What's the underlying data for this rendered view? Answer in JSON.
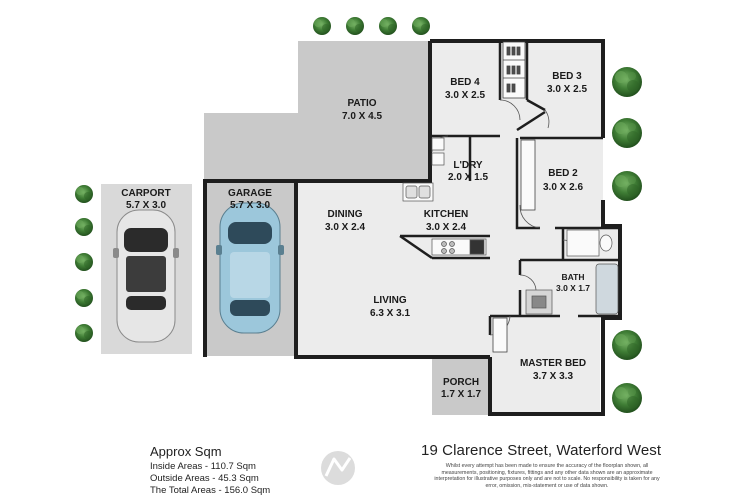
{
  "rooms": {
    "bed4": {
      "name": "BED 4",
      "size": "3.0 X 2.5"
    },
    "bed3": {
      "name": "BED 3",
      "size": "3.0 X 2.5"
    },
    "patio": {
      "name": "PATIO",
      "size": "7.0 X 4.5"
    },
    "laundry": {
      "name": "L'DRY",
      "size": "2.0 X 1.5"
    },
    "bed2": {
      "name": "BED 2",
      "size": "3.0 X 2.6"
    },
    "carport": {
      "name": "CARPORT",
      "size": "5.7 X 3.0"
    },
    "garage": {
      "name": "GARAGE",
      "size": "5.7 X 3.0"
    },
    "dining": {
      "name": "DINING",
      "size": "3.0 X 2.4"
    },
    "kitchen": {
      "name": "KITCHEN",
      "size": "3.0 X 2.4"
    },
    "bath": {
      "name": "BATH",
      "size": "3.0 X 1.7"
    },
    "living": {
      "name": "LIVING",
      "size": "6.3 X 3.1"
    },
    "master": {
      "name": "MASTER BED",
      "size": "3.7 X 3.3"
    },
    "porch": {
      "name": "PORCH",
      "size": "1.7 X 1.7"
    }
  },
  "areas": {
    "title": "Approx Sqm",
    "inside": "Inside Areas - 110.7 Sqm",
    "outside": "Outside Areas - 45.3 Sqm",
    "total": "The Total Areas - 156.0 Sqm"
  },
  "address": "19 Clarence Street, Waterford West",
  "disclaimer": "Whilst every attempt has been made to ensure the accuracy of the floorplan shown, all measurements, positioning, fixtures, fittings and any other data shown are an approximate interpretation for illustrative purposes only and are not to scale. No responsibility is taken for any error, omission, mis-statement or use of data shown.",
  "colors": {
    "wall": "#1e1e1e",
    "floor": "#ececec",
    "outdoor": "#c9c9c9",
    "carport": "#d9d9d9",
    "tree": "#3f7d35",
    "car_garage": "#9cc7db",
    "car_carport": "#e6e6e6"
  },
  "icons": {
    "logo": "compass-logo-icon",
    "tree": "tree-icon",
    "car": "car-icon"
  }
}
